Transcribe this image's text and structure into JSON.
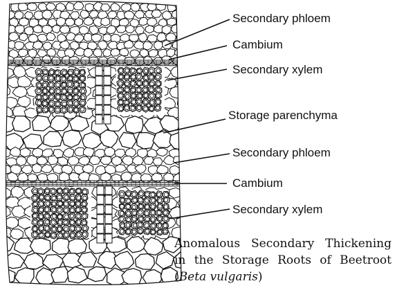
{
  "labels": {
    "secondary_phloem_1": "Secondary phloem",
    "cambium_1": "Cambium",
    "secondary_xylem_1": "Secondary xylem",
    "storage_parenchyma": "Storage parenchyma",
    "secondary_phloem_2": "Secondary phloem",
    "cambium_2": "Cambium",
    "secondary_xylem_2": "Secondary xylem"
  },
  "caption": {
    "line1": "Anomalous Secondary Thickening",
    "line2": "in the Storage Roots of Beetroot",
    "line3_open": "(",
    "line3_latin": "Beta vulgaris",
    "line3_close": ")"
  }
}
